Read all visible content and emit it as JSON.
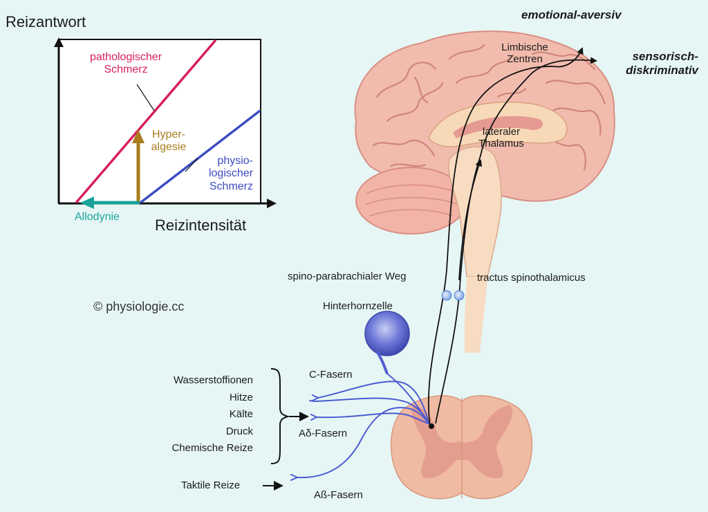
{
  "graph": {
    "y_axis_label": "Reizantwort",
    "x_axis_label": "Reizintensität",
    "pathological": [
      "pathologischer",
      "Schmerz"
    ],
    "physiological": [
      "physio-",
      "logischer",
      "Schmerz"
    ],
    "hyperalgesia": [
      "Hyper-",
      "algesie"
    ],
    "allodynia": "Allodynie",
    "colors": {
      "pathological": "#d61f5b",
      "physiological": "#3b4cc0",
      "hyperalgesia": "#a97c1e",
      "allodynia": "#1aa39a"
    }
  },
  "copyright": "© physiologie.cc",
  "brain": {
    "limbic": [
      "Limbische",
      "Zentren"
    ],
    "thalamus": [
      "lateraler",
      "Thalamus"
    ],
    "emotional": "emotional-aversiv",
    "sensory": [
      "sensorisch-",
      "diskriminativ"
    ],
    "spino_parabrachial": "spino-parabrachialer Weg",
    "tractus": "tractus spinothalamicus"
  },
  "spinal": {
    "horn_cell": "Hinterhornzelle",
    "c_fibers": "C-Fasern",
    "a_delta": "Aδ-Fasern",
    "a_beta": "Aß-Fasern",
    "stimuli": [
      "Wasserstoffionen",
      "Hitze",
      "Kälte",
      "Druck",
      "Chemische Reize"
    ],
    "tactile": "Taktile Reize"
  },
  "colors": {
    "background": "#e6f6f5",
    "brain": "#f1bcae",
    "fibers": "#4a5ad0",
    "cord": "#f0bba3"
  }
}
